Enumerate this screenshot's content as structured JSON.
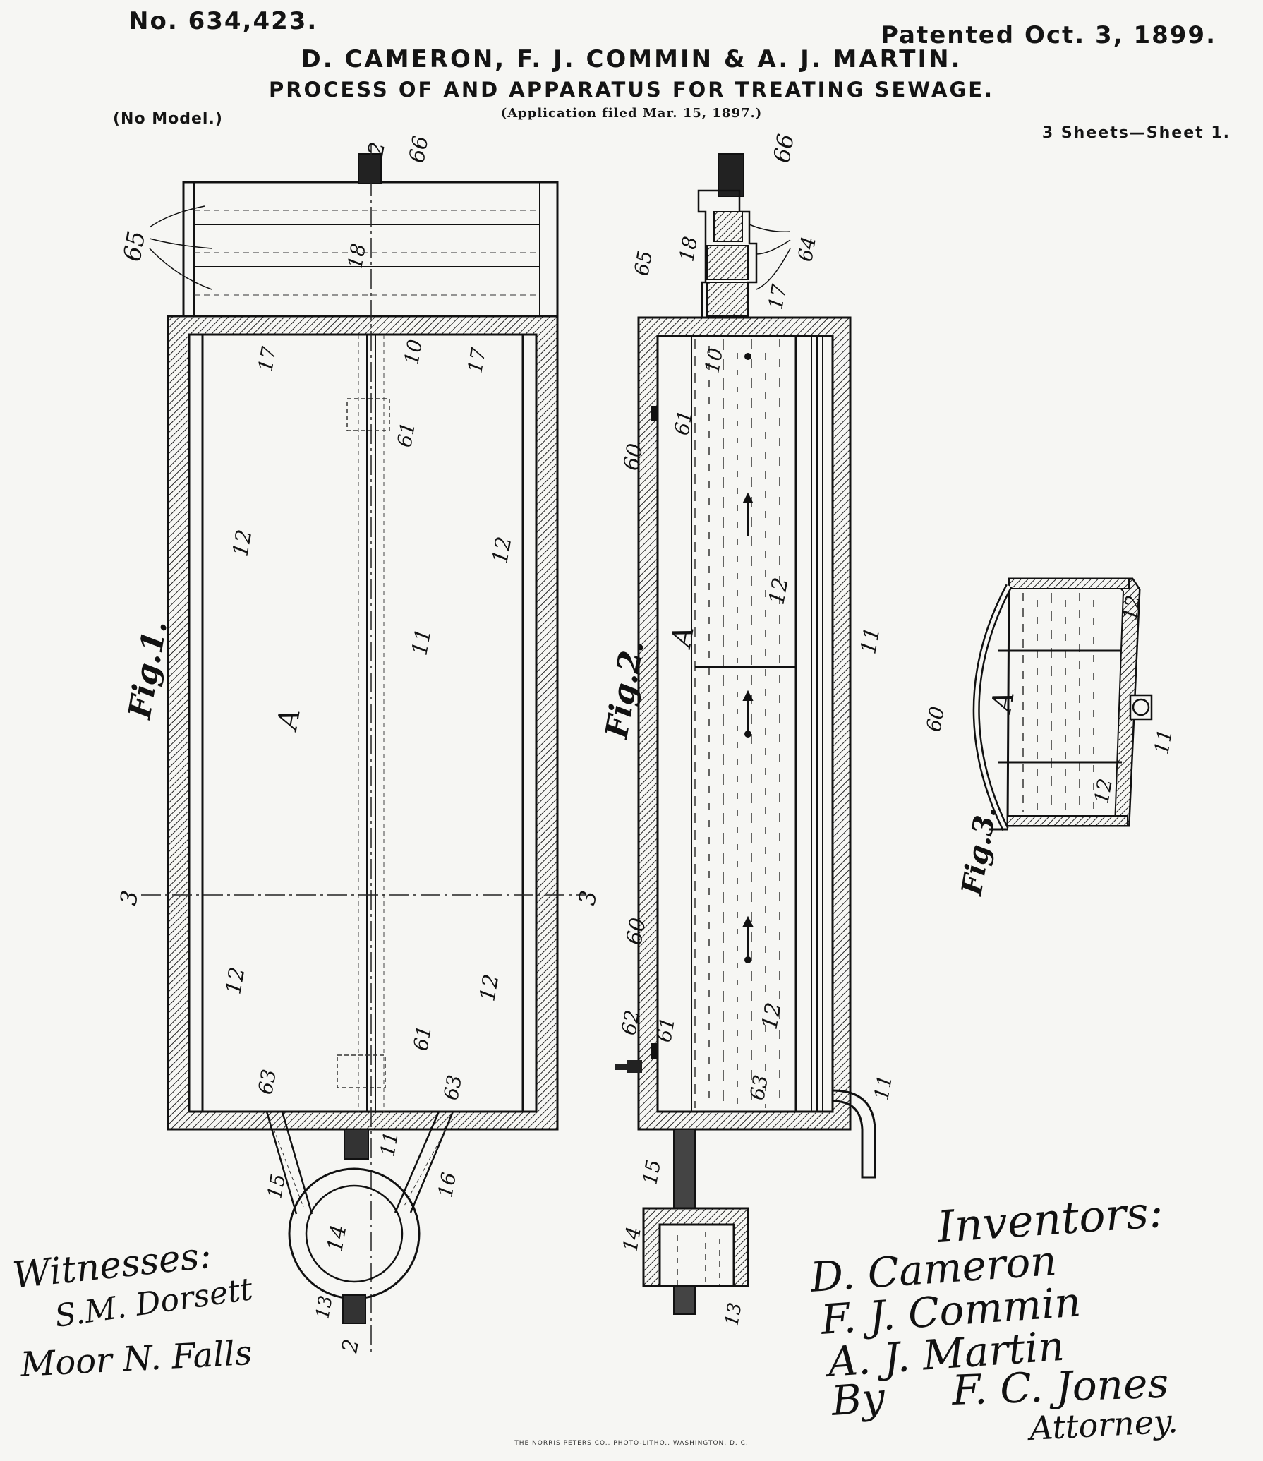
{
  "header": {
    "patent_number": "No. 634,423.",
    "patent_date": "Patented Oct. 3, 1899.",
    "inventors": "D. CAMERON, F. J. COMMIN & A. J. MARTIN.",
    "title": "PROCESS OF AND APPARATUS FOR TREATING SEWAGE.",
    "application": "(Application filed Mar. 15, 1897.)",
    "model": "(No Model.)",
    "sheets": "3 Sheets—Sheet 1."
  },
  "figures": {
    "fig1": {
      "label": "Fig.1.",
      "refs": {
        "r66": "66",
        "r2top": "2",
        "r65": "65",
        "r18": "18",
        "r17a": "17",
        "r10": "10",
        "r17b": "17",
        "r61a": "61",
        "r12a": "12",
        "r12b": "12",
        "rA": "A",
        "r11": "11",
        "r3l": "3",
        "r3r": "3",
        "r12c": "12",
        "r12d": "12",
        "r61b": "61",
        "r63a": "63",
        "r63b": "63",
        "r11b": "11",
        "r15": "15",
        "r16": "16",
        "r14": "14",
        "r13": "13",
        "r2bot": "2"
      }
    },
    "fig2": {
      "label": "Fig.2.",
      "refs": {
        "r66": "66",
        "r18": "18",
        "r65": "65",
        "r64": "64",
        "r17": "17",
        "r10": "10",
        "r61a": "61",
        "r60a": "60",
        "rA": "A",
        "r12a": "12",
        "r11a": "11",
        "r60b": "60",
        "r12b": "12",
        "r62": "62",
        "r61b": "61",
        "r63": "63",
        "r11b": "11",
        "r15": "15",
        "r14": "14",
        "r13": "13"
      }
    },
    "fig3": {
      "label": "Fig.3.",
      "refs": {
        "r12a": "12",
        "rA": "A",
        "r60": "60",
        "r11": "11",
        "r12b": "12"
      }
    }
  },
  "witnesses": {
    "label": "Witnesses:",
    "names": [
      "S.M. Dorsett",
      "Moor N. Falls"
    ]
  },
  "inventors_block": {
    "label": "Inventors:",
    "names": [
      "D. Cameron",
      "F. J. Commin",
      "A. J. Martin"
    ],
    "by": "By",
    "attorney_name": "F. C. Jones",
    "attorney_label": "Attorney."
  },
  "imprint": "THE NORRIS PETERS CO., PHOTO-LITHO., WASHINGTON, D. C."
}
